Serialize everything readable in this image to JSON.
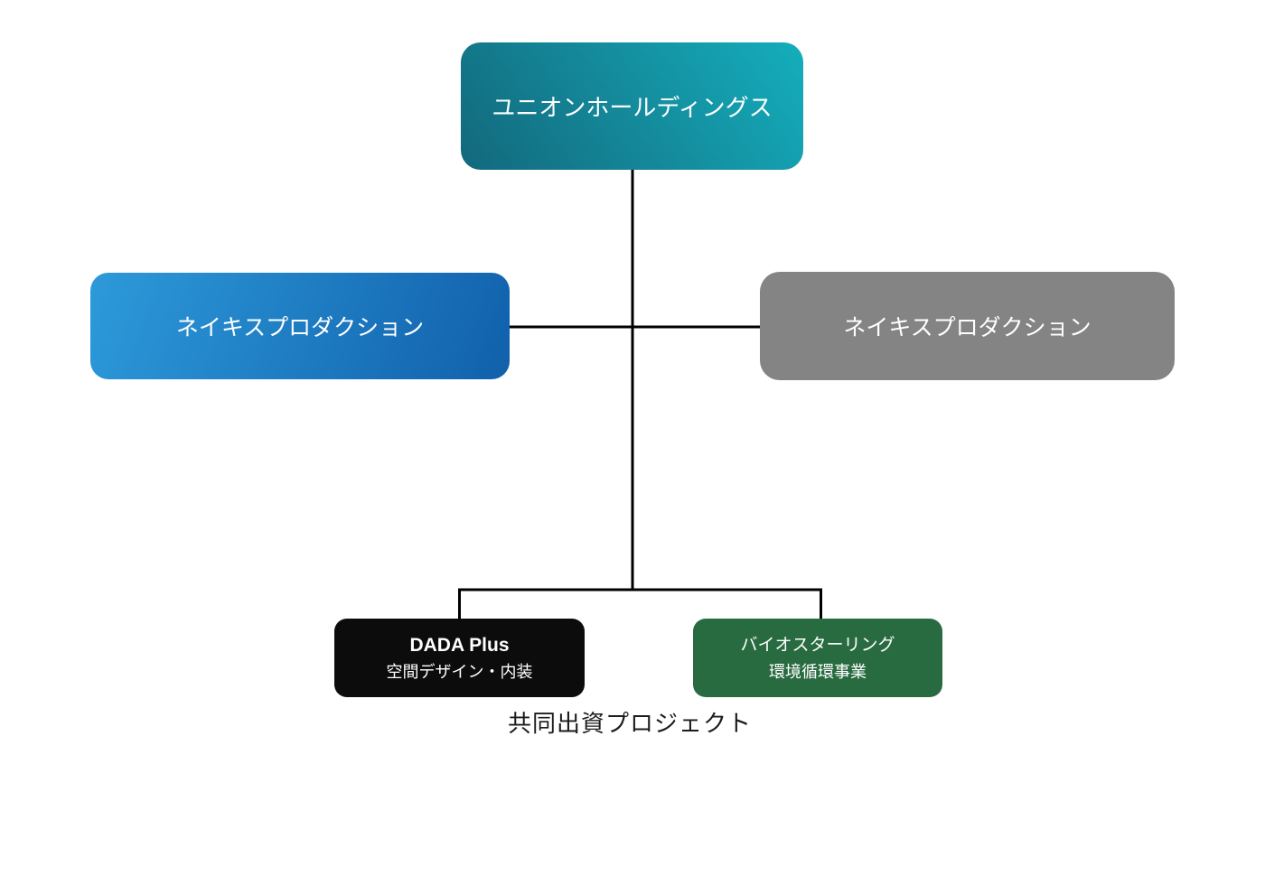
{
  "diagram": {
    "nodes": {
      "root": {
        "label": "ユニオンホールディングス"
      },
      "left": {
        "label": "ネイキスプロダクション"
      },
      "right": {
        "label": "ネイキスプロダクション"
      },
      "bottom_left": {
        "title": "DADA Plus",
        "subtitle": "空間デザイン・内装"
      },
      "bottom_right": {
        "title": "バイオスターリング",
        "subtitle": "環境循環事業"
      }
    },
    "caption": "共同出資プロジェクト"
  },
  "colors": {
    "root-grad-start": "#13687c",
    "root-grad-end": "#14aebc",
    "left-grad-start": "#2d9ada",
    "left-grad-end": "#1160ab",
    "right-bg": "#848484",
    "bottom-left-bg": "#0c0c0c",
    "bottom-right-bg": "#296b41",
    "connector": "#000000",
    "text-light": "#ffffff",
    "caption-text": "#1c1c1c"
  }
}
